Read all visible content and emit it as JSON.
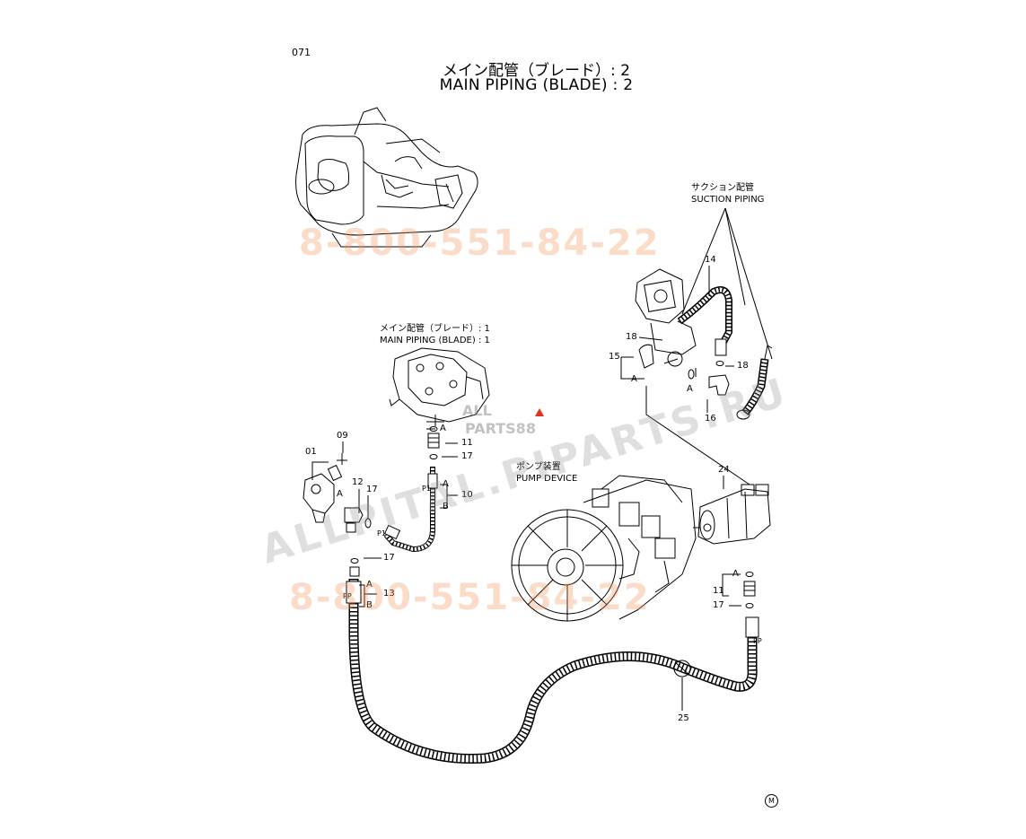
{
  "header": {
    "page_number": "071",
    "title_jp": "メイン配管（ブレード）: 2",
    "title_en": "MAIN PIPING (BLADE) : 2"
  },
  "callouts": {
    "suction_jp": "サクション配管",
    "suction_en": "SUCTION PIPING",
    "main1_jp": "メイン配管（ブレード）: 1",
    "main1_en": "MAIN PIPING (BLADE) : 1",
    "pump_jp": "ポンプ装置",
    "pump_en": "PUMP DEVICE"
  },
  "part_numbers": {
    "p01": "01",
    "p09": "09",
    "p10": "10",
    "p11a": "11",
    "p11b": "11",
    "p12": "12",
    "p13": "13",
    "p14": "14",
    "p15": "15",
    "p16": "16",
    "p17a": "17",
    "p17b": "17",
    "p17c": "17",
    "p17d": "17",
    "p18a": "18",
    "p18b": "18",
    "p24": "24",
    "p25": "25"
  },
  "port_labels": {
    "a1": "A",
    "a2": "A",
    "a3": "A",
    "a4": "A",
    "a5": "A",
    "a6": "A",
    "a7": "A",
    "b1": "B",
    "b2": "B",
    "p1a": "P1",
    "p1b": "P1",
    "ppa": "PP",
    "ppb": "PP"
  },
  "watermarks": {
    "phone_top": "8-800-551-84-22",
    "phone_bottom": "8-800-551-84-22",
    "diagonal": "ALLPITAL.PIPARTS.RU",
    "logo_line1": "ALL",
    "logo_line2": "PARTS88"
  },
  "revision_mark": "M"
}
